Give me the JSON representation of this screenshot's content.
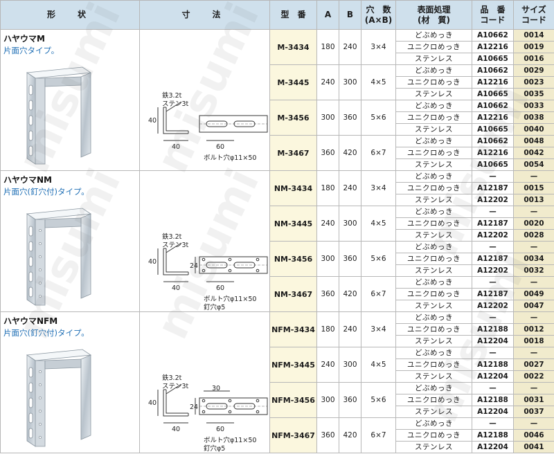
{
  "headers": {
    "shape": "形　状",
    "dims": "寸　法",
    "model": "型　番",
    "a": "A",
    "b": "B",
    "holes_l1": "穴　数",
    "holes_l2": "(A×B)",
    "finish_l1": "表面処理",
    "finish_l2": "(材　質)",
    "part_l1": "品　番",
    "part_l2": "コード",
    "size_l1": "サイズ",
    "size_l2": "コード"
  },
  "colors": {
    "header_bg": "#cfe0ec",
    "model_bg": "#fbf7de",
    "size_bg": "#f1ebcd",
    "blue_text": "#1f6fb5"
  },
  "watermark": "misumi",
  "sections": [
    {
      "name": "ハヤウマM",
      "desc": "片面穴タイプ。",
      "dims": {
        "mat1": "鉄3.2t",
        "mat2": "ステン3t",
        "leg": "40",
        "base": "40",
        "pitch": "60",
        "holes": "ボルト穴φ11×50"
      },
      "models": [
        {
          "model": "M-3434",
          "a": "180",
          "b": "240",
          "holes": "3×4",
          "rows": [
            [
              "どぶめっき",
              "A10662",
              "0014"
            ],
            [
              "ユニクロめっき",
              "A12216",
              "0019"
            ],
            [
              "ステンレス",
              "A10665",
              "0016"
            ]
          ]
        },
        {
          "model": "M-3445",
          "a": "240",
          "b": "300",
          "holes": "4×5",
          "rows": [
            [
              "どぶめっき",
              "A10662",
              "0029"
            ],
            [
              "ユニクロめっき",
              "A12216",
              "0023"
            ],
            [
              "ステンレス",
              "A10665",
              "0035"
            ]
          ]
        },
        {
          "model": "M-3456",
          "a": "300",
          "b": "360",
          "holes": "5×6",
          "rows": [
            [
              "どぶめっき",
              "A10662",
              "0033"
            ],
            [
              "ユニクロめっき",
              "A12216",
              "0038"
            ],
            [
              "ステンレス",
              "A10665",
              "0040"
            ]
          ]
        },
        {
          "model": "M-3467",
          "a": "360",
          "b": "420",
          "holes": "6×7",
          "rows": [
            [
              "どぶめっき",
              "A10662",
              "0048"
            ],
            [
              "ユニクロめっき",
              "A12216",
              "0042"
            ],
            [
              "ステンレス",
              "A10665",
              "0054"
            ]
          ]
        }
      ]
    },
    {
      "name": "ハヤウマNM",
      "desc": "片面穴(釘穴付)タイプ。",
      "dims": {
        "mat1": "鉄3.2t",
        "mat2": "ステン3t",
        "leg": "40",
        "base": "40",
        "pitch": "60",
        "side": "24",
        "holes": "ボルト穴φ11×50",
        "nail": "釘穴φ5"
      },
      "models": [
        {
          "model": "NM-3434",
          "a": "180",
          "b": "240",
          "holes": "3×4",
          "rows": [
            [
              "どぶめっき",
              "—",
              "—"
            ],
            [
              "ユニクロめっき",
              "A12187",
              "0015"
            ],
            [
              "ステンレス",
              "A12202",
              "0013"
            ]
          ]
        },
        {
          "model": "NM-3445",
          "a": "240",
          "b": "300",
          "holes": "4×5",
          "rows": [
            [
              "どぶめっき",
              "—",
              "—"
            ],
            [
              "ユニクロめっき",
              "A12187",
              "0020"
            ],
            [
              "ステンレス",
              "A12202",
              "0028"
            ]
          ]
        },
        {
          "model": "NM-3456",
          "a": "300",
          "b": "360",
          "holes": "5×6",
          "rows": [
            [
              "どぶめっき",
              "—",
              "—"
            ],
            [
              "ユニクロめっき",
              "A12187",
              "0034"
            ],
            [
              "ステンレス",
              "A12202",
              "0032"
            ]
          ]
        },
        {
          "model": "NM-3467",
          "a": "360",
          "b": "420",
          "holes": "6×7",
          "rows": [
            [
              "どぶめっき",
              "—",
              "—"
            ],
            [
              "ユニクロめっき",
              "A12187",
              "0049"
            ],
            [
              "ステンレス",
              "A12202",
              "0047"
            ]
          ]
        }
      ]
    },
    {
      "name": "ハヤウマNFM",
      "desc": "片面穴(釘穴付)タイプ。",
      "dims": {
        "mat1": "鉄3.2t",
        "mat2": "ステン3t",
        "leg": "40",
        "base": "40",
        "pitch": "60",
        "top": "30",
        "side": "24",
        "holes": "ボルト穴φ11×50",
        "nail": "釘穴φ5"
      },
      "models": [
        {
          "model": "NFM-3434",
          "a": "180",
          "b": "240",
          "holes": "3×4",
          "rows": [
            [
              "どぶめっき",
              "—",
              "—"
            ],
            [
              "ユニクロめっき",
              "A12188",
              "0012"
            ],
            [
              "ステンレス",
              "A12204",
              "0018"
            ]
          ]
        },
        {
          "model": "NFM-3445",
          "a": "240",
          "b": "300",
          "holes": "4×5",
          "rows": [
            [
              "どぶめっき",
              "—",
              "—"
            ],
            [
              "ユニクロめっき",
              "A12188",
              "0027"
            ],
            [
              "ステンレス",
              "A12204",
              "0022"
            ]
          ]
        },
        {
          "model": "NFM-3456",
          "a": "300",
          "b": "360",
          "holes": "5×6",
          "rows": [
            [
              "どぶめっき",
              "—",
              "—"
            ],
            [
              "ユニクロめっき",
              "A12188",
              "0031"
            ],
            [
              "ステンレス",
              "A12204",
              "0037"
            ]
          ]
        },
        {
          "model": "NFM-3467",
          "a": "360",
          "b": "420",
          "holes": "6×7",
          "rows": [
            [
              "どぶめっき",
              "—",
              "—"
            ],
            [
              "ユニクロめっき",
              "A12188",
              "0046"
            ],
            [
              "ステンレス",
              "A12204",
              "0041"
            ]
          ]
        }
      ]
    }
  ]
}
